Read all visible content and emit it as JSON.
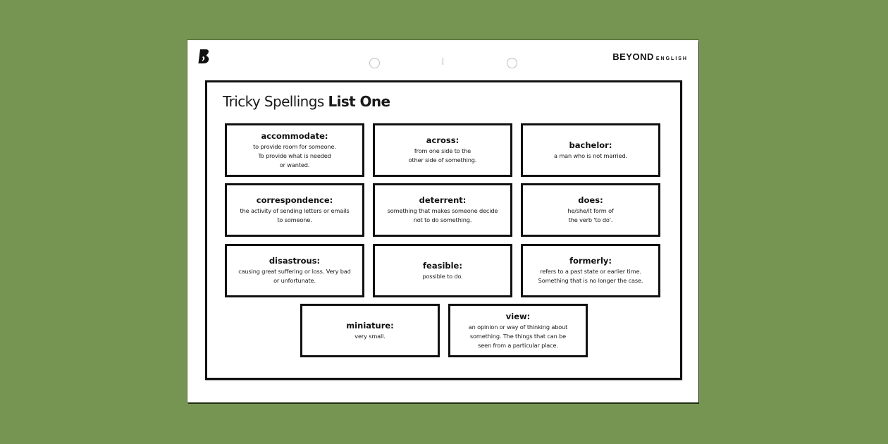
{
  "brand": {
    "name_main": "BEYOND",
    "name_sub": "ENGLISH",
    "logo_icon": "beyond-b-logo-icon"
  },
  "worksheet": {
    "title_regular": "Tricky Spellings",
    "title_bold": "List One"
  },
  "cards": [
    {
      "word": "accommodate:",
      "definition": "to provide room for someone.\nTo provide what is needed\nor wanted."
    },
    {
      "word": "across:",
      "definition": "from one side to the\nother side of something."
    },
    {
      "word": "bachelor:",
      "definition": "a man who is not married."
    },
    {
      "word": "correspondence:",
      "definition": "the activity of sending letters or emails\nto someone."
    },
    {
      "word": "deterrent:",
      "definition": "something that makes someone decide\nnot to do something."
    },
    {
      "word": "does:",
      "definition": "he/she/it form of\nthe verb 'to do'."
    },
    {
      "word": "disastrous:",
      "definition": "causing great suffering or loss. Very bad\nor unfortunate."
    },
    {
      "word": "feasible:",
      "definition": "possible to do."
    },
    {
      "word": "formerly:",
      "definition": "refers to a past state or earlier time.\nSomething that is no longer the case."
    },
    {
      "word": "miniature:",
      "definition": "very small."
    },
    {
      "word": "view:",
      "definition": "an opinion or way of thinking about\nsomething. The things that can be\nseen from a particular place."
    }
  ],
  "colors": {
    "background": "#779552",
    "sheet": "#ffffff",
    "border": "#111111"
  }
}
